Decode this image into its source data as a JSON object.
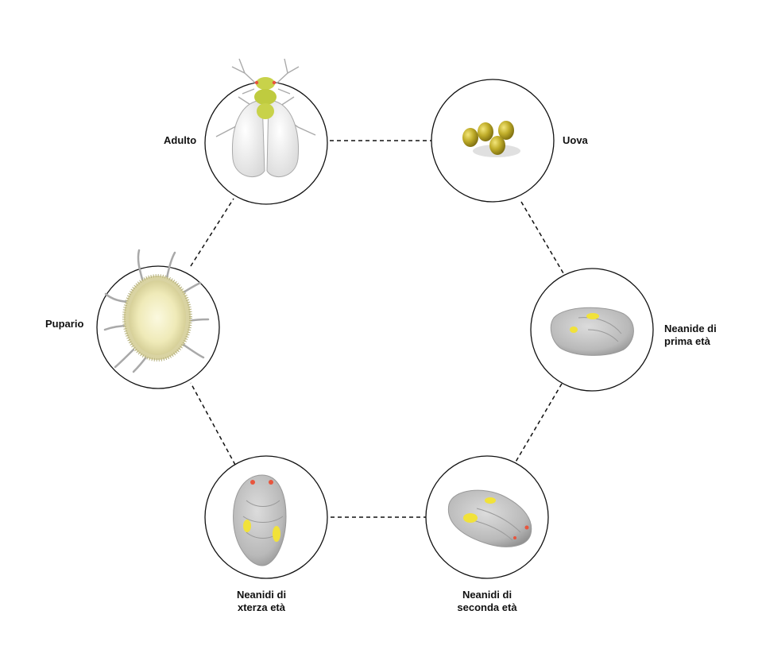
{
  "diagram": {
    "stages": [
      {
        "id": "adulto",
        "label_lines": [
          "Adulto"
        ]
      },
      {
        "id": "uova",
        "label_lines": [
          "Uova"
        ]
      },
      {
        "id": "neanide-prima",
        "label_lines": [
          "Neanide di",
          "prima età"
        ]
      },
      {
        "id": "neanidi-seconda",
        "label_lines": [
          "Neanidi di",
          "seconda età"
        ]
      },
      {
        "id": "neanidi-terza",
        "label_lines": [
          "Neanidi di",
          "xterza età"
        ]
      },
      {
        "id": "pupario",
        "label_lines": [
          "Pupario"
        ]
      }
    ],
    "colors": {
      "line": "#111111",
      "egg": "#b8a823",
      "adult_body": "#c8d24a",
      "nymph_gray": "#b7b7b7",
      "nymph_spot": "#f1e23a",
      "eye_red": "#e8553d"
    }
  }
}
